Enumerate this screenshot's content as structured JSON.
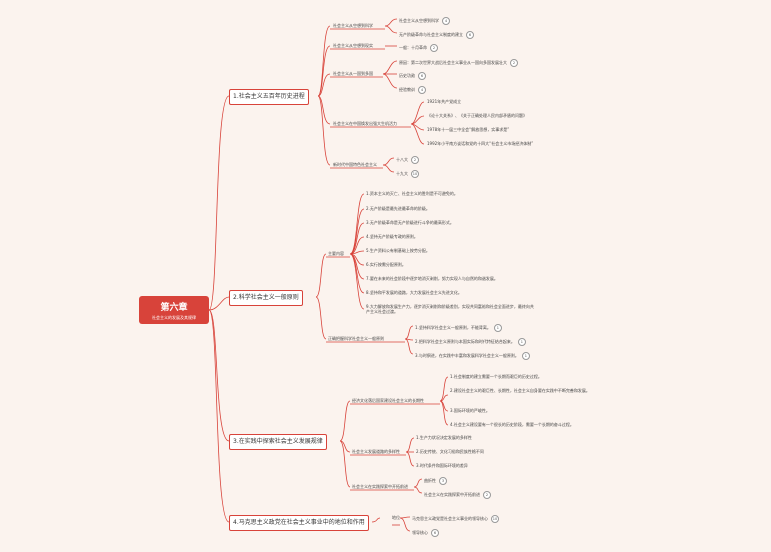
{
  "root": {
    "title": "第六章",
    "subtitle": "社会主义的发展及其规律"
  },
  "main": [
    {
      "label": "1.社会主义五百年历史进程"
    },
    {
      "label": "2.科学社会主义一般原则"
    },
    {
      "label": "3.在实践中探索社会主义发展规律"
    },
    {
      "label": "4.马克思主义政党在社会主义事业中的地位和作用"
    }
  ],
  "b1": {
    "c1": {
      "label": "社会主义从空想到科学",
      "items": [
        {
          "label": "社会主义从空想到科学",
          "badge": "4"
        },
        {
          "label": "无产阶级革命与社会主义制度的建立",
          "badge": "6"
        }
      ]
    },
    "c2": {
      "label": "社会主义从空想到现实",
      "items": [
        {
          "label": "一般：十月革命",
          "badge": "2"
        }
      ]
    },
    "c3": {
      "label": "社会主义从一国到多国",
      "items": [
        {
          "label": "原因：第二次世界大战后社会主义事业从一国向多国发展壮大",
          "badge": "2"
        },
        {
          "label": "历史功勋",
          "badge": "6"
        },
        {
          "label": "经验教训",
          "badge": "4"
        }
      ]
    },
    "c4": {
      "label": "社会主义在中国焕发出强大生机活力",
      "items": [
        {
          "label": "1921年共产党成立"
        },
        {
          "label": "《论十大关系》、《关于正确处理人民内部矛盾的问题》"
        },
        {
          "label": "1978年十一届三中全会“解放思想，实事求是”"
        },
        {
          "label": "1992年小平南方谈话和党的十四大“社会主义市场经济体制”"
        }
      ]
    },
    "c5": {
      "label": "新时代中国特色社会主义",
      "items": [
        {
          "label": "十八大",
          "badge": "2"
        },
        {
          "label": "十九大",
          "badge": "10"
        }
      ]
    }
  },
  "b2": {
    "c1": {
      "label": "主要内容",
      "items": [
        {
          "label": "1.资本主义的灭亡、社会主义的胜利是不可避免的。"
        },
        {
          "label": "2.无产阶级是最先进最革命的阶级。"
        },
        {
          "label": "3.无产阶级革命是无产阶级进行斗争的最高形式。"
        },
        {
          "label": "4.坚持无产阶级专政的原则。"
        },
        {
          "label": "5.生产资料公有制基础上按劳分配。"
        },
        {
          "label": "6.实行按需分配原则。"
        },
        {
          "label": "7.要在未来的社会阶段中逐步地消灭剥削，努力实现人与自然的和谐发展。"
        },
        {
          "label": "8.坚持和平发展的道路，大力发展社会主义先进文化。"
        },
        {
          "label": "9.大力解放和发展生产力，逐步消灭剥削和阶级差别，实现共同富裕和社会全面进步，最终向共产主义社会过渡。"
        }
      ]
    },
    "c2": {
      "label": "正确把握科学社会主义一般原则",
      "items": [
        {
          "label": "1.坚持科学社会主义一般原则，不能背离。",
          "badge": "1"
        },
        {
          "label": "2.把科学社会主义原则与本国实际和时代特征结合起来。",
          "badge": "1"
        },
        {
          "label": "3.与时俱进，在实践中丰富和发展科学社会主义一般原则。",
          "badge": "1"
        }
      ]
    }
  },
  "b3": {
    "c1": {
      "label": "经济文化落后国家建设社会主义的长期性",
      "items": [
        {
          "label": "1.社会制度的建立需要一个长期而艰巨的历史过程。"
        },
        {
          "label": "2.建设社会主义的艰巨性、长期性，社会主义自身要在实践中不断完善和发展。"
        },
        {
          "label": "3.国际环境的严峻性。"
        },
        {
          "label": "4.社会主义建设要有一个很长的历史阶段，需要一个长期的奋斗过程。"
        }
      ]
    },
    "c2": {
      "label": "社会主义发展道路的多样性",
      "items": [
        {
          "label": "1.生产力状况决定发展的多样性"
        },
        {
          "label": "2.历史传统、文化习俗和民族性格不同"
        },
        {
          "label": "3.时代条件和国际环境的差异"
        }
      ]
    },
    "c3": {
      "label": "社会主义在实践探索中开拓前进",
      "items": [
        {
          "label": "曲折性",
          "badge": "3"
        },
        {
          "label": "社会主义在实践探索中开拓前进",
          "badge": "2"
        }
      ]
    }
  },
  "b4": {
    "c1": {
      "label": "地位",
      "items": [
        {
          "label": "马克思主义政党是社会主义事业的领导核心",
          "badge": "10"
        },
        {
          "label": "领导核心",
          "badge": "6"
        }
      ]
    }
  }
}
